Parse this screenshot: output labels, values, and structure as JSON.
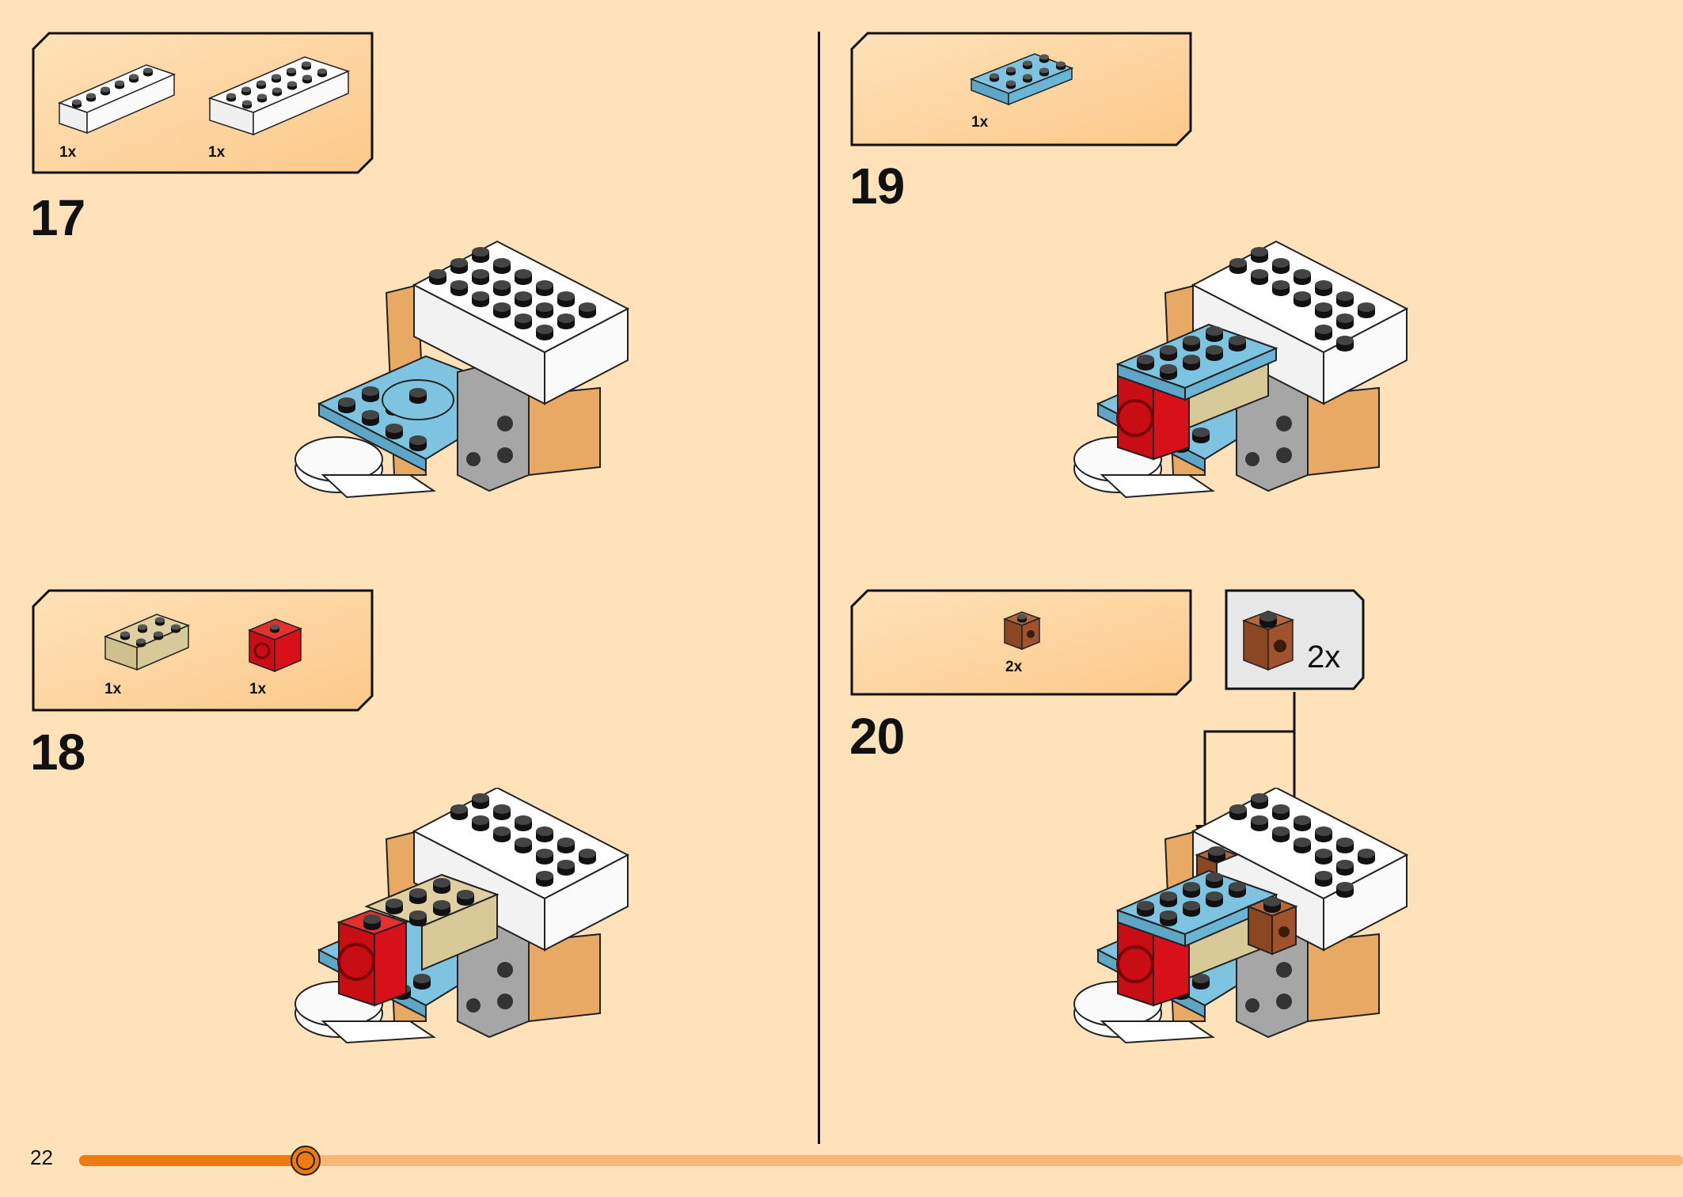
{
  "page_number": "22",
  "progress": {
    "fraction": 0.14
  },
  "steps": [
    {
      "number": "17",
      "parts": [
        {
          "name": "white brick 1x6",
          "qty": "1x"
        },
        {
          "name": "white brick 2x6",
          "qty": "1x"
        }
      ]
    },
    {
      "number": "18",
      "parts": [
        {
          "name": "tan brick 2x3",
          "qty": "1x"
        },
        {
          "name": "red technic brick 1x1",
          "qty": "1x"
        }
      ]
    },
    {
      "number": "19",
      "parts": [
        {
          "name": "light blue plate 2x4",
          "qty": "1x"
        }
      ]
    },
    {
      "number": "20",
      "parts": [
        {
          "name": "brown technic brick 1x1",
          "qty": "2x"
        }
      ],
      "subassembly_qty": "2x"
    }
  ],
  "colors": {
    "page_bg": "#FFE2B9",
    "callout_bg": "#FBC98A",
    "progress_done": "#EE7A10",
    "progress_track": "#F9B676",
    "white": "#FFFFFF",
    "light_blue": "#7EC3E0",
    "tan": "#DED0A2",
    "red": "#D8101A",
    "brown": "#A0522D",
    "grey": "#A6A6A6",
    "orange_tan": "#E8A964"
  }
}
